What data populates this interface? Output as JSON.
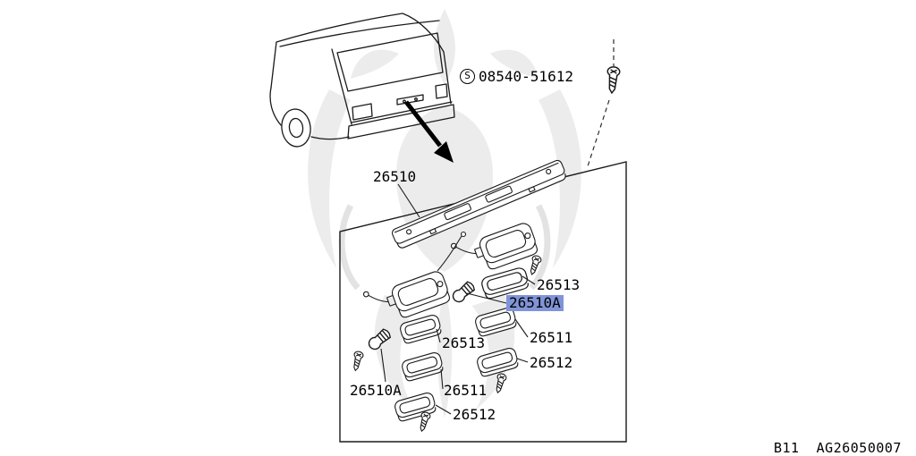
{
  "page": {
    "background": "#ffffff",
    "footer": {
      "sheet_code": "B11",
      "drawing_code": "AG26050007"
    }
  },
  "colors": {
    "line": "#1a1a1a",
    "callout_highlight": "#8094d8",
    "watermark": "#ececec"
  },
  "callouts": [
    {
      "id": "screw-part-number",
      "symbol": "S",
      "text": "08540-51612",
      "highlighted": false
    },
    {
      "id": "finisher-panel",
      "text": "26510",
      "highlighted": false
    },
    {
      "id": "lens-upper",
      "text": "26513",
      "highlighted": false
    },
    {
      "id": "bulb-upper",
      "text": "26510A",
      "highlighted": true
    },
    {
      "id": "rim-right",
      "text": "26511",
      "highlighted": false
    },
    {
      "id": "lens-mid",
      "text": "26513",
      "highlighted": false
    },
    {
      "id": "packing-right",
      "text": "26512",
      "highlighted": false
    },
    {
      "id": "bulb-lower",
      "text": "26510A",
      "highlighted": false
    },
    {
      "id": "rim-mid",
      "text": "26511",
      "highlighted": false
    },
    {
      "id": "packing-bottom",
      "text": "26512",
      "highlighted": false
    }
  ]
}
